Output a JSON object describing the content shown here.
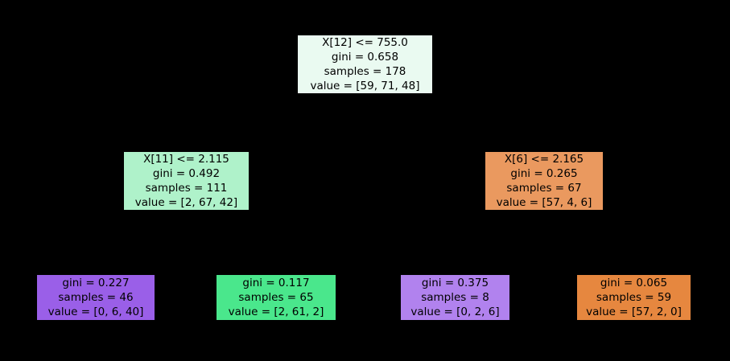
{
  "figure": {
    "background": "#000000",
    "text_color": "#000000",
    "edge_color": "#000000"
  },
  "tree": {
    "root": {
      "condition": "X[12] <= 755.0",
      "gini": "gini = 0.658",
      "samples": "samples = 178",
      "value": "value = [59, 71, 48]",
      "color": "#eafaf1"
    },
    "left_child": {
      "condition": "X[11] <= 2.115",
      "gini": "gini = 0.492",
      "samples": "samples = 111",
      "value": "value = [2, 67, 42]",
      "color": "#aff2ca"
    },
    "right_child": {
      "condition": "X[6] <= 2.165",
      "gini": "gini = 0.265",
      "samples": "samples = 67",
      "value": "value = [57, 4, 6]",
      "color": "#ea995f"
    },
    "leaf1": {
      "gini": "gini = 0.227",
      "samples": "samples = 46",
      "value": "value = [0, 6, 40]",
      "color": "#9a5fe8"
    },
    "leaf2": {
      "gini": "gini = 0.117",
      "samples": "samples = 65",
      "value": "value = [2, 61, 2]",
      "color": "#4ae78c"
    },
    "leaf3": {
      "gini": "gini = 0.375",
      "samples": "samples = 8",
      "value": "value = [0, 2, 6]",
      "color": "#b182ee"
    },
    "leaf4": {
      "gini": "gini = 0.065",
      "samples": "samples = 59",
      "value": "value = [57, 2, 0]",
      "color": "#e6873f"
    }
  }
}
